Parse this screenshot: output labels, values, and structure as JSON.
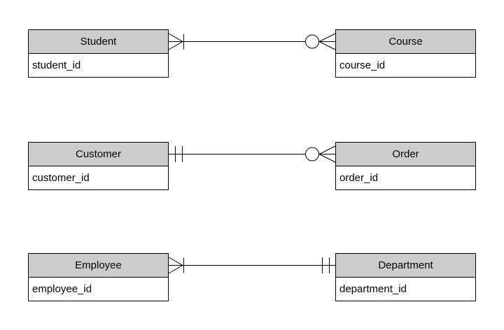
{
  "diagram": {
    "type": "entity-relationship",
    "notation": "crows-foot",
    "background_color": "#ffffff",
    "entity_header_fill": "#cccccc",
    "entity_body_fill": "#ffffff",
    "entity_border_color": "#000000",
    "line_color": "#000000",
    "entities": [
      {
        "name": "Student",
        "attributes": [
          "student_id"
        ]
      },
      {
        "name": "Course",
        "attributes": [
          "course_id"
        ]
      },
      {
        "name": "Customer",
        "attributes": [
          "customer_id"
        ]
      },
      {
        "name": "Order",
        "attributes": [
          "order_id"
        ]
      },
      {
        "name": "Employee",
        "attributes": [
          "employee_id"
        ]
      },
      {
        "name": "Department",
        "attributes": [
          "department_id"
        ]
      }
    ],
    "relationships": [
      {
        "from": "Student",
        "to": "Course",
        "from_cardinality": "one-or-many (crow's foot with one bar)",
        "to_cardinality": "zero-or-many (circle with crow's foot)"
      },
      {
        "from": "Customer",
        "to": "Order",
        "from_cardinality": "exactly-one (double bar)",
        "to_cardinality": "zero-or-many (circle with crow's foot)"
      },
      {
        "from": "Employee",
        "to": "Department",
        "from_cardinality": "one-or-many (crow's foot with one bar)",
        "to_cardinality": "exactly-one (double bar)"
      }
    ]
  }
}
